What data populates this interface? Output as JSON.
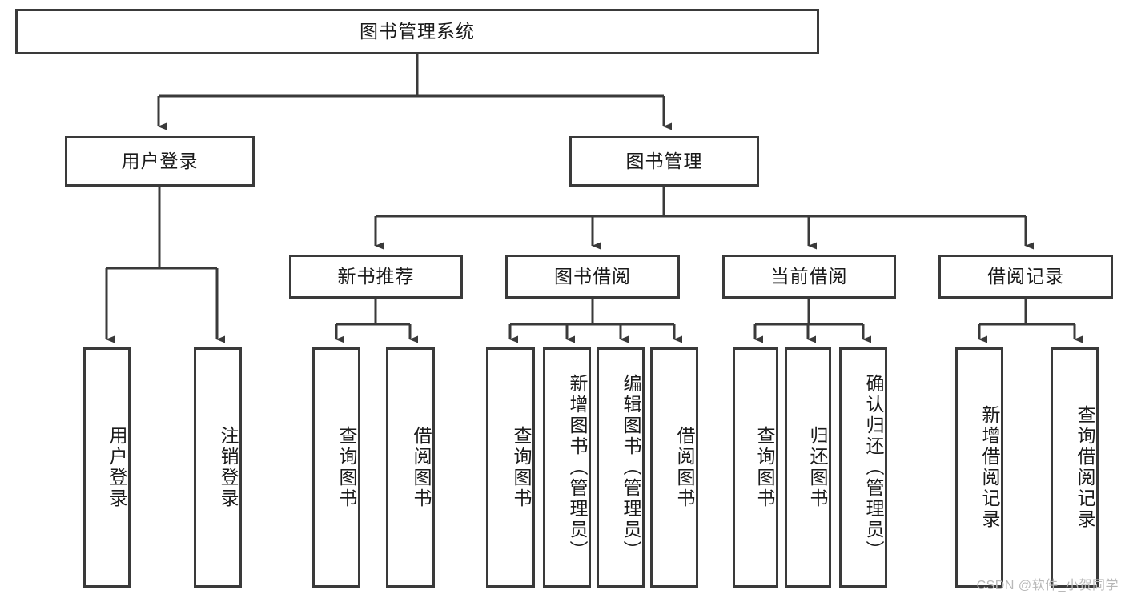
{
  "diagram": {
    "type": "tree-hierarchy-diagram",
    "title": "图书管理系统",
    "style": {
      "line_color": "#3a3a3a",
      "box_fill": "#ffffff",
      "text_color": "#1a1a1a",
      "background": "#ffffff",
      "watermark_color": "#b8b8b8"
    },
    "root": {
      "label": "图书管理系统"
    },
    "level1": [
      {
        "id": "user-login",
        "label": "用户登录"
      },
      {
        "id": "book-manage",
        "label": "图书管理"
      }
    ],
    "level2": [
      {
        "id": "new-book-recommend",
        "label": "新书推荐",
        "parent": "book-manage"
      },
      {
        "id": "book-borrow",
        "label": "图书借阅",
        "parent": "book-manage"
      },
      {
        "id": "current-borrow",
        "label": "当前借阅",
        "parent": "book-manage"
      },
      {
        "id": "borrow-record",
        "label": "借阅记录",
        "parent": "book-manage"
      }
    ],
    "leaves": [
      {
        "id": "leaf-user-login",
        "label": "用户登录",
        "parent": "user-login"
      },
      {
        "id": "leaf-logout",
        "label": "注销登录",
        "parent": "user-login"
      },
      {
        "id": "leaf-query-book-1",
        "label": "查询图书",
        "parent": "new-book-recommend"
      },
      {
        "id": "leaf-borrow-book-1",
        "label": "借阅图书",
        "parent": "new-book-recommend"
      },
      {
        "id": "leaf-query-book-2",
        "label": "查询图书",
        "parent": "book-borrow"
      },
      {
        "id": "leaf-add-book",
        "label": "新增图书（管理员）",
        "parent": "book-borrow"
      },
      {
        "id": "leaf-edit-book",
        "label": "编辑图书（管理员）",
        "parent": "book-borrow"
      },
      {
        "id": "leaf-borrow-book-2",
        "label": "借阅图书",
        "parent": "book-borrow"
      },
      {
        "id": "leaf-query-book-3",
        "label": "查询图书",
        "parent": "current-borrow"
      },
      {
        "id": "leaf-return-book",
        "label": "归还图书",
        "parent": "current-borrow"
      },
      {
        "id": "leaf-confirm-return",
        "label": "确认归还（管理员）",
        "parent": "current-borrow"
      },
      {
        "id": "leaf-add-record",
        "label": "新增借阅记录",
        "parent": "borrow-record"
      },
      {
        "id": "leaf-query-record",
        "label": "查询借阅记录",
        "parent": "borrow-record"
      }
    ],
    "watermark": "CSDN @软件_小贺同学"
  }
}
